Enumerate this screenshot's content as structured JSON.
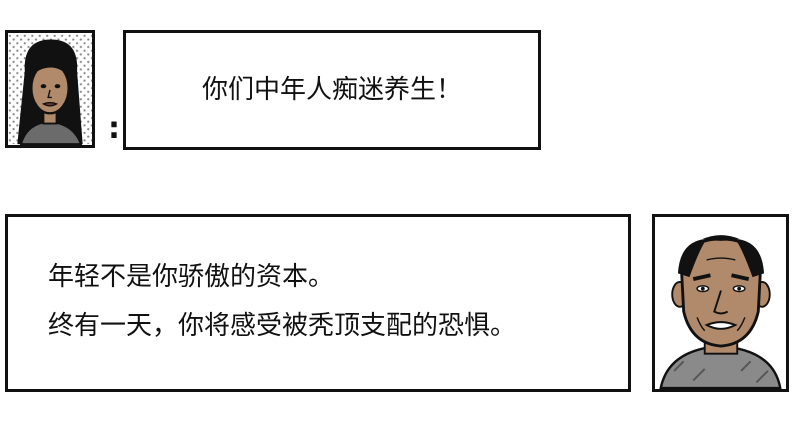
{
  "dialogue": [
    {
      "speaker_icon": "long-haired-woman-icon",
      "text": "你们中年人痴迷养生！",
      "colon": ":"
    },
    {
      "speaker_icon": "balding-man-icon",
      "lines": [
        "年轻不是你骄傲的资本。",
        "终有一天，你将感受被秃顶支配的恐惧。"
      ]
    }
  ],
  "colors": {
    "ink": "#111111",
    "skin": "#b08a6a",
    "hair": "#111111",
    "background": "#ffffff"
  }
}
